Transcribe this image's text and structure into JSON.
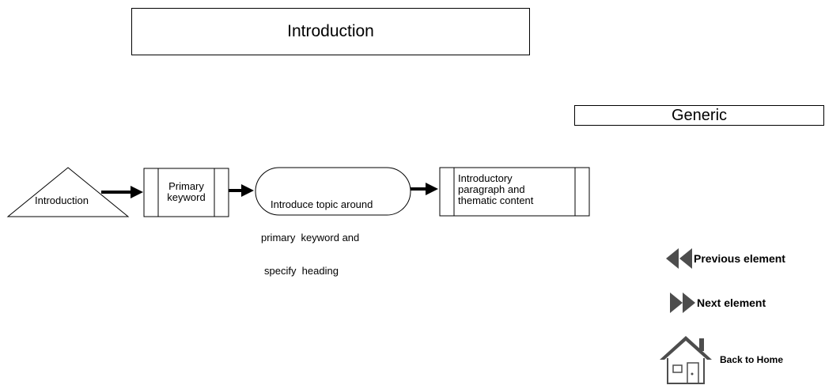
{
  "header": {
    "title": "Introduction"
  },
  "category": {
    "label": "Generic"
  },
  "flow": {
    "nodes": [
      {
        "id": "start",
        "shape": "triangle",
        "label": "Introduction"
      },
      {
        "id": "keyword",
        "shape": "predefined-process",
        "label_line1": "Primary",
        "label_line2": "keyword"
      },
      {
        "id": "topic",
        "shape": "terminator",
        "label_line1": "Introduce topic around",
        "label_line2": "primary  keyword and",
        "label_line3": "specify  heading"
      },
      {
        "id": "paragraph",
        "shape": "predefined-process",
        "label_line1": "Introductory",
        "label_line2": "paragraph and",
        "label_line3": "thematic content"
      }
    ],
    "connector_icon": "arrow-right-icon"
  },
  "nav": {
    "previous": {
      "label": "Previous element",
      "icon": "rewind-icon"
    },
    "next": {
      "label": "Next element",
      "icon": "fast-forward-icon"
    },
    "home": {
      "label": "Back to Home",
      "icon": "house-icon"
    },
    "icon_color": "#4d4d4d"
  }
}
